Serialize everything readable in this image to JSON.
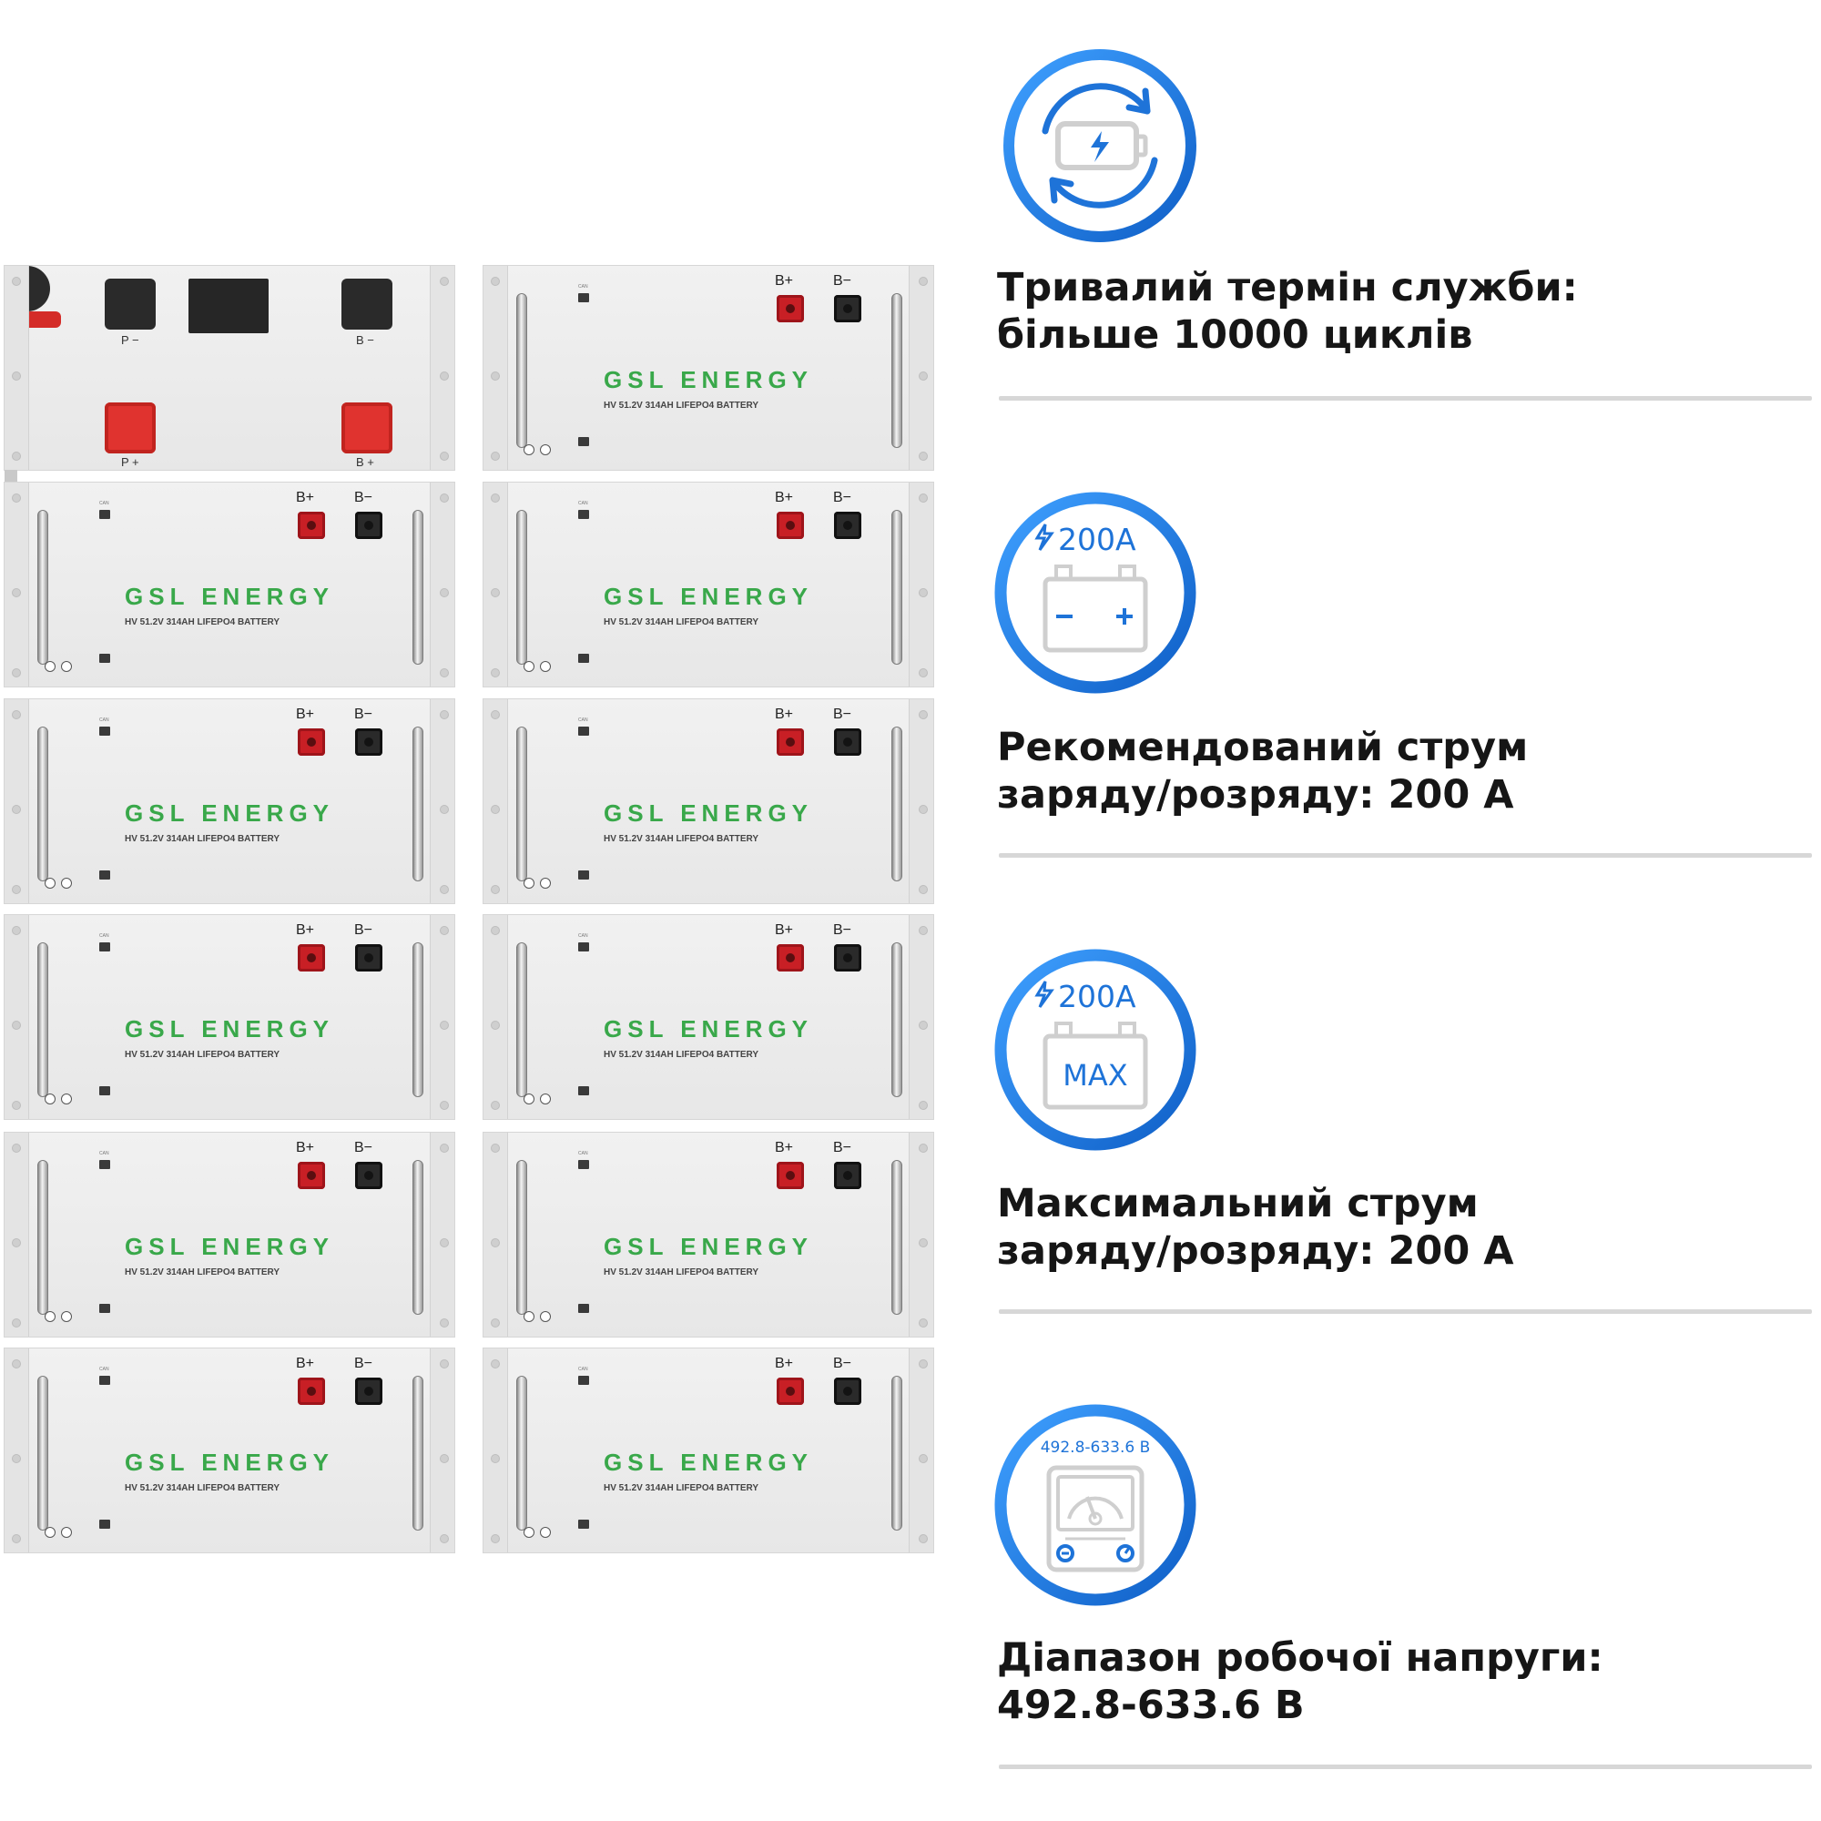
{
  "rack": {
    "brand": "GSL ENERGY",
    "module_model": "HV 51.2V 314AH LIFEPO4 BATTERY",
    "terminal_positive": "B+",
    "terminal_negative": "B−",
    "can_label": "CAN",
    "control_box": {
      "p_minus": "P −",
      "b_minus": "B −",
      "p_plus": "P +",
      "b_plus": "B +"
    }
  },
  "features": [
    {
      "icon": "battery-cycle-icon",
      "title_line1": "Тривалий термін служби:",
      "title_line2": "більше 10000 циклів"
    },
    {
      "icon": "battery-current-icon",
      "badge": "200A",
      "title_line1": "Рекомендований струм",
      "title_line2": "заряду/розряду: 200 А"
    },
    {
      "icon": "battery-max-current-icon",
      "badge": "200A",
      "badge2": "MAX",
      "title_line1": "Максимальний струм",
      "title_line2": "заряду/розряду: 200 А"
    },
    {
      "icon": "voltage-meter-icon",
      "badge": "492.8-633.6 В",
      "title_line1": "Діапазон робочої напруги:",
      "title_line2": "492.8-633.6 В"
    }
  ],
  "colors": {
    "accent_blue": "#1e73d8",
    "brand_green": "#39a84a",
    "terminal_red": "#c81f25"
  }
}
